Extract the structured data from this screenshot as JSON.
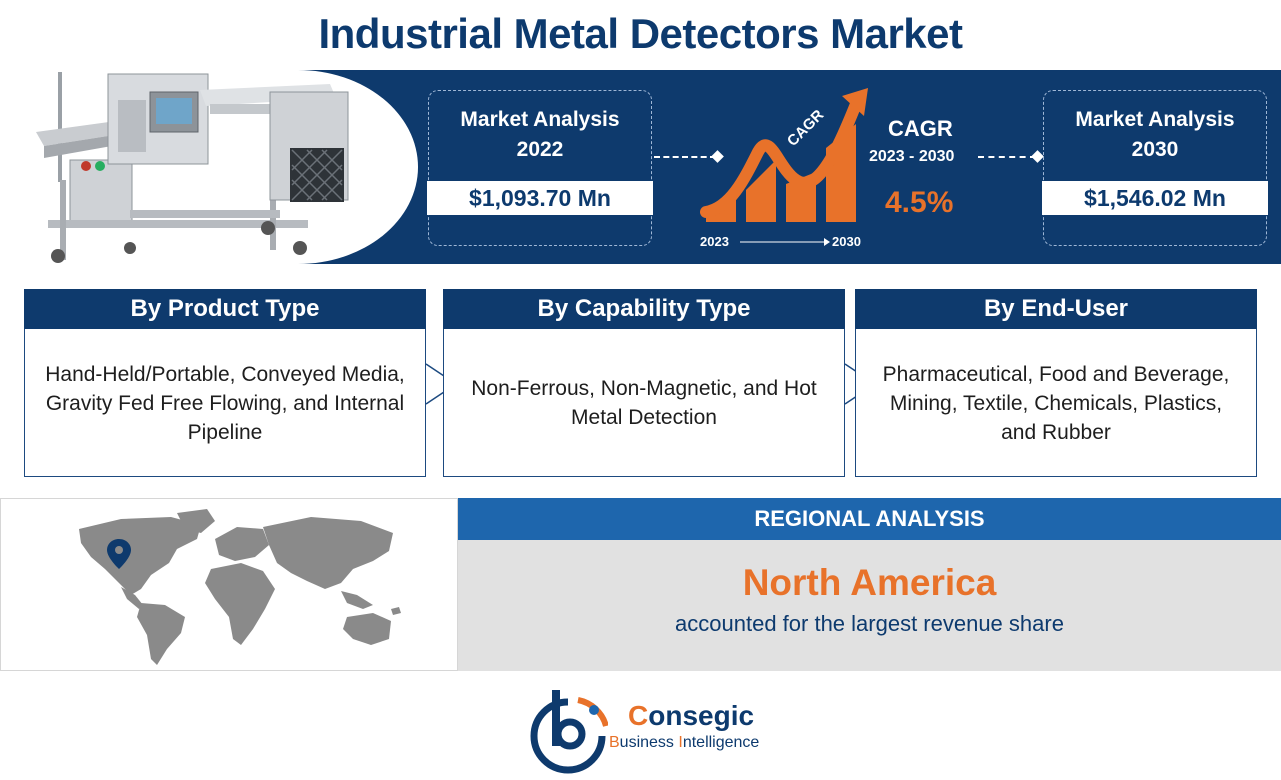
{
  "title": "Industrial Metal Detectors Market",
  "colors": {
    "navy": "#0e3a6d",
    "orange": "#e8722a",
    "blue": "#1e66ad",
    "grey": "#e1e1e1"
  },
  "market_2022": {
    "label_line1": "Market Analysis",
    "label_line2": "2022",
    "value": "$1,093.70 Mn"
  },
  "market_2030": {
    "label_line1": "Market Analysis",
    "label_line2": "2030",
    "value": "$1,546.02 Mn"
  },
  "cagr": {
    "chart_label": "CAGR",
    "title": "CAGR",
    "years": "2023 - 2030",
    "value": "4.5%",
    "start_year": "2023",
    "end_year": "2030"
  },
  "segments": [
    {
      "title": "By Product Type",
      "body": "Hand-Held/Portable, Conveyed Media, Gravity Fed Free Flowing, and Internal Pipeline"
    },
    {
      "title": "By Capability Type",
      "body": "Non-Ferrous, Non-Magnetic, and Hot Metal Detection"
    },
    {
      "title": "By End-User",
      "body": "Pharmaceutical, Food and Beverage, Mining, Textile, Chemicals, Plastics, and Rubber"
    }
  ],
  "regional": {
    "header": "REGIONAL ANALYSIS",
    "region": "North America",
    "subtitle": "accounted for the largest revenue share"
  },
  "logo": {
    "name_initial": "C",
    "name_rest": "onsegic",
    "tag_b": "B",
    "tag_usiness": "usiness ",
    "tag_i": "I",
    "tag_ntelligence": "ntelligence"
  },
  "icons": {
    "machine": "metal-detector-machine-illustration",
    "map": "world-map-icon",
    "pin": "location-pin-icon"
  }
}
